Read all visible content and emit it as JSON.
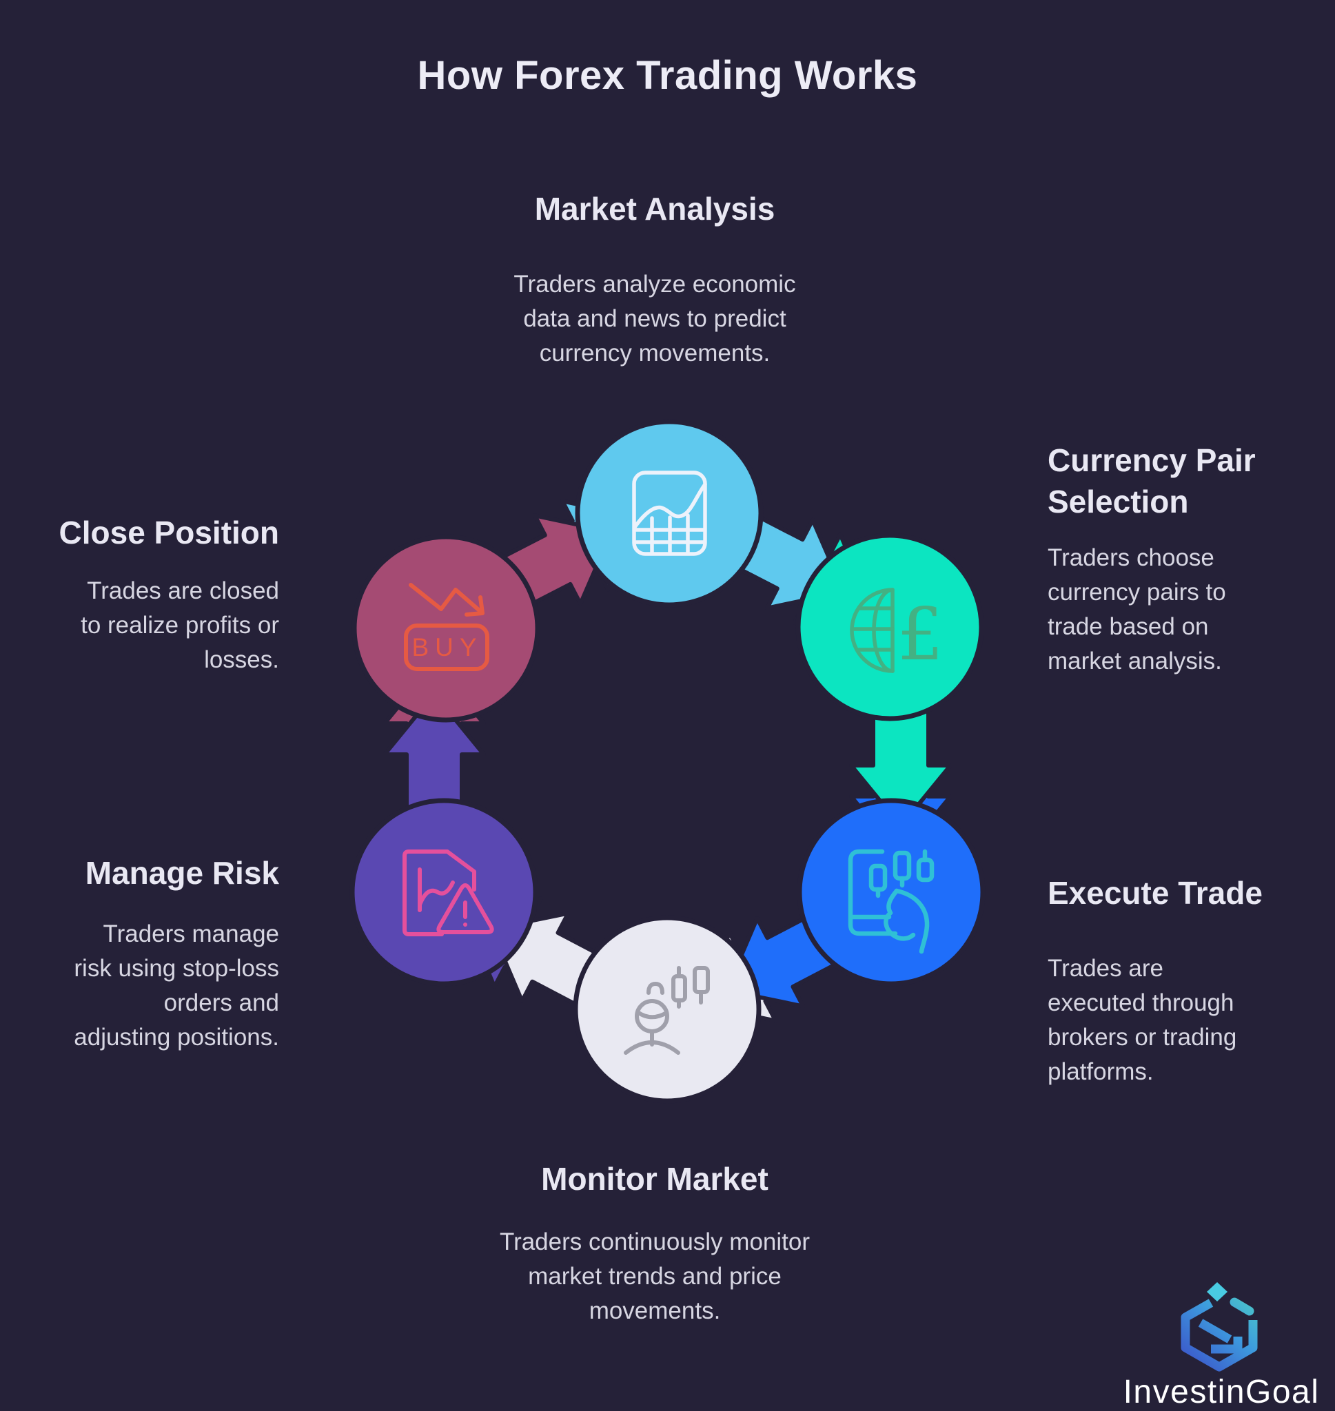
{
  "title": "How Forex Trading Works",
  "colors": {
    "background": "#252138",
    "heading_text": "#e9e8f3",
    "body_text": "#d7d6e2",
    "logo_text": "#ffffff"
  },
  "steps": [
    {
      "label": "Market Analysis",
      "description": "Traders analyze economic data and news to predict currency movements.",
      "color": "#5fc9ee",
      "icon": "chart-document-icon",
      "icon_color": "#edf2fb"
    },
    {
      "label": "Currency Pair Selection",
      "description": "Traders choose currency pairs to trade based on market analysis.",
      "color": "#0ce5c1",
      "icon": "globe-pound-icon",
      "icon_color": "#43b183",
      "icon_text": "£"
    },
    {
      "label": "Execute Trade",
      "description": "Trades are executed through brokers or trading platforms.",
      "color": "#1f6efa",
      "icon": "trading-platform-hand-icon",
      "icon_color": "#2fc0d6"
    },
    {
      "label": "Monitor Market",
      "description": "Traders continuously monitor market trends and price movements.",
      "color": "#e9e9f2",
      "icon": "trader-candlesticks-icon",
      "icon_color": "#a0a0ab"
    },
    {
      "label": "Manage Risk",
      "description": "Traders manage risk using stop-loss orders and adjusting positions.",
      "color": "#5a48b2",
      "icon": "risk-report-warning-icon",
      "icon_color": "#e5509c"
    },
    {
      "label": "Close Position",
      "description": "Trades are closed to realize profits or losses.",
      "color": "#a54b73",
      "icon": "sell-chart-buy-icon",
      "icon_color": "#e65a43",
      "icon_text": "BUY"
    }
  ],
  "logo": {
    "text": "InvestinGoal"
  }
}
